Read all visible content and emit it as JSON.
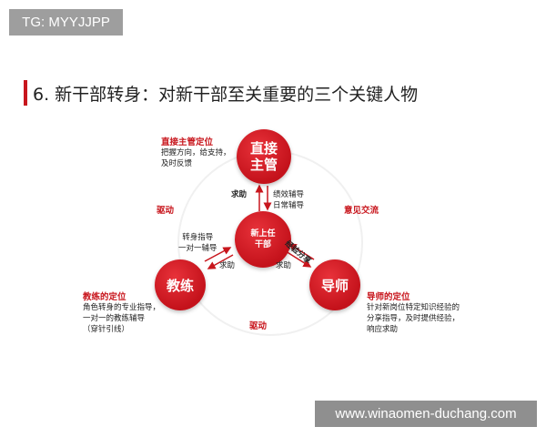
{
  "tag": "TG: MYYJJPP",
  "title": "6. 新干部转身：对新干部至关重要的三个关键人物",
  "nodes": {
    "top": "直接\n主管",
    "center": "新上任\n干部",
    "left": "教练",
    "right": "导师"
  },
  "top_desc": {
    "heading": "直接主管定位",
    "lines": [
      "把握方向，给支持，",
      "及时反馈"
    ]
  },
  "left_desc": {
    "heading": "教练的定位",
    "lines": [
      "角色转身的专业指导，",
      "一对一的教练辅导",
      "（穿针引线）"
    ]
  },
  "right_desc": {
    "heading": "导师的定位",
    "lines": [
      "针对新岗位特定知识经验的",
      "分享指导，及时提供经验，",
      "响应求助"
    ]
  },
  "labels": {
    "drive_left": "驱动",
    "drive_bottom": "驱动",
    "feedback": "意见交流",
    "help_top": "求助",
    "top_guidance": [
      "绩效辅导",
      "日常辅导"
    ],
    "left_guidance": [
      "转身指导",
      "一对一辅导"
    ],
    "help_left": "求助",
    "help_right": "求助",
    "experience": "经验分享"
  },
  "watermark": "www.winaomen-duchang.com",
  "colors": {
    "accent": "#c8161d"
  }
}
